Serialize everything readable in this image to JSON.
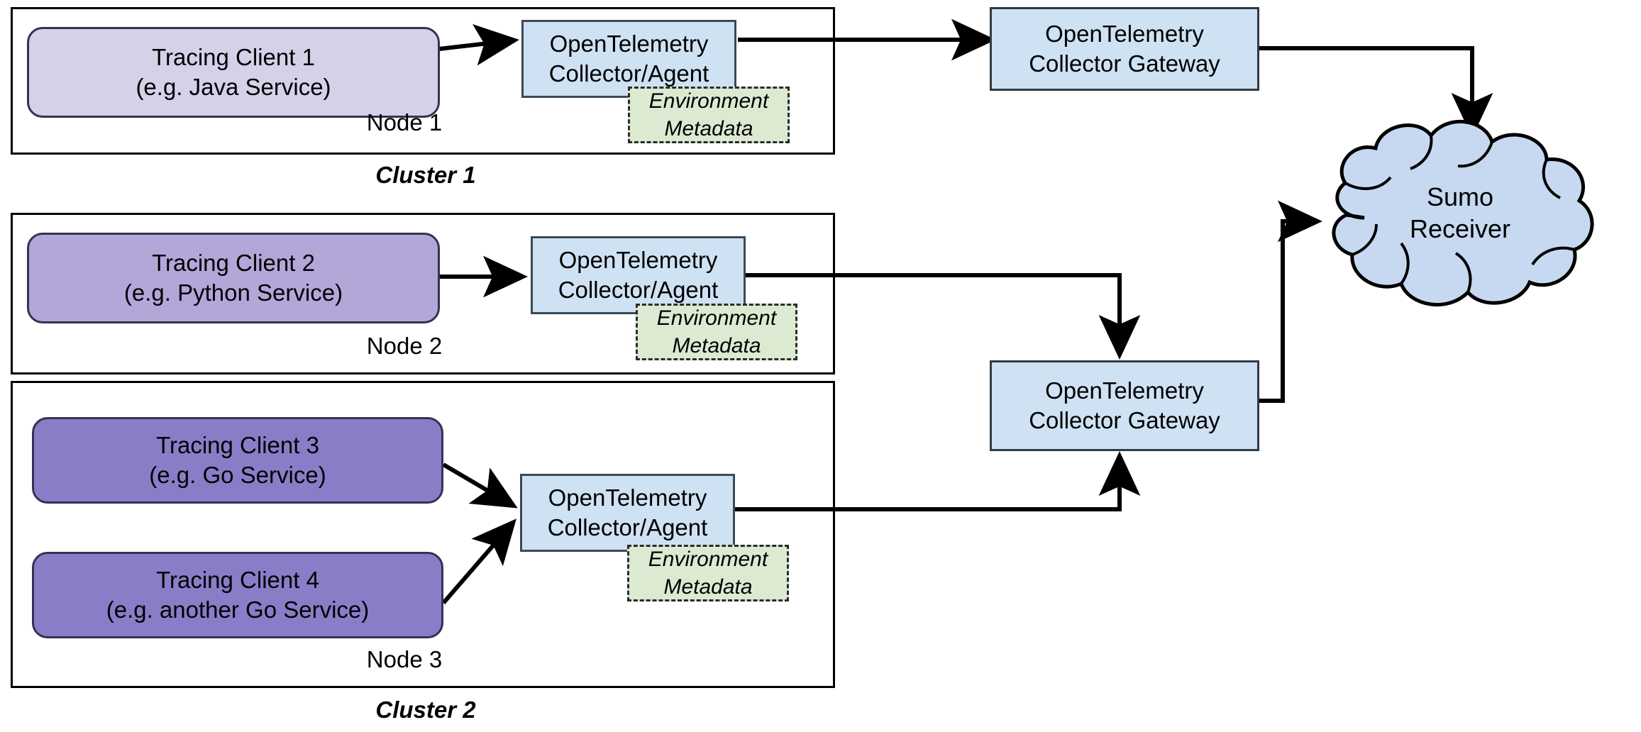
{
  "diagram": {
    "clusters": [
      {
        "id": "cluster-1",
        "label": "Cluster 1"
      },
      {
        "id": "cluster-2",
        "label": "Cluster 2"
      }
    ],
    "nodes": [
      {
        "id": "node-1",
        "label": "Node 1"
      },
      {
        "id": "node-2",
        "label": "Node 2"
      },
      {
        "id": "node-3",
        "label": "Node 3"
      }
    ],
    "clients": [
      {
        "id": "tracing-client-1",
        "title": "Tracing Client 1",
        "subtitle": "(e.g. Java Service)",
        "fill": "#d6d1e8"
      },
      {
        "id": "tracing-client-2",
        "title": "Tracing Client 2",
        "subtitle": "(e.g. Python Service)",
        "fill": "#b2a7d8"
      },
      {
        "id": "tracing-client-3",
        "title": "Tracing Client 3",
        "subtitle": "(e.g. Go Service)",
        "fill": "#8a7dc8"
      },
      {
        "id": "tracing-client-4",
        "title": "Tracing Client 4",
        "subtitle": "(e.g. another Go Service)",
        "fill": "#8a7dc8"
      }
    ],
    "collectors": [
      {
        "id": "collector-agent-1",
        "line1": "OpenTelemetry",
        "line2": "Collector/Agent"
      },
      {
        "id": "collector-agent-2",
        "line1": "OpenTelemetry",
        "line2": "Collector/Agent"
      },
      {
        "id": "collector-agent-3",
        "line1": "OpenTelemetry",
        "line2": "Collector/Agent"
      }
    ],
    "metadata_boxes": [
      {
        "id": "environment-metadata-1",
        "line1": "Environment",
        "line2": "Metadata"
      },
      {
        "id": "environment-metadata-2",
        "line1": "Environment",
        "line2": "Metadata"
      },
      {
        "id": "environment-metadata-3",
        "line1": "Environment",
        "line2": "Metadata"
      }
    ],
    "gateways": [
      {
        "id": "collector-gateway-1",
        "line1": "OpenTelemetry",
        "line2": "Collector Gateway"
      },
      {
        "id": "collector-gateway-2",
        "line1": "OpenTelemetry",
        "line2": "Collector Gateway"
      }
    ],
    "receiver": {
      "id": "sumo-receiver",
      "line1": "Sumo",
      "line2": "Receiver",
      "fill": "#c6d9f1"
    },
    "colors": {
      "collector_fill": "#cfe2f3",
      "metadata_fill": "#dcead2",
      "cloud_fill": "#c6d9f1",
      "stroke": "#000000",
      "background": "#ffffff"
    }
  }
}
